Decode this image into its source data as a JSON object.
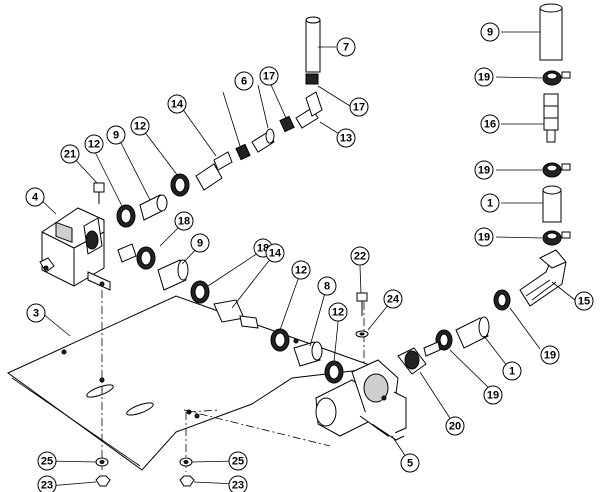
{
  "callouts": [
    {
      "id": "c7",
      "label": "7"
    },
    {
      "id": "c17a",
      "label": "17"
    },
    {
      "id": "c13",
      "label": "13"
    },
    {
      "id": "c6",
      "label": "6"
    },
    {
      "id": "c17b",
      "label": "17"
    },
    {
      "id": "c14a",
      "label": "14"
    },
    {
      "id": "c12a",
      "label": "12"
    },
    {
      "id": "c12b",
      "label": "12"
    },
    {
      "id": "c9a",
      "label": "9"
    },
    {
      "id": "c21",
      "label": "21"
    },
    {
      "id": "c4",
      "label": "4"
    },
    {
      "id": "c18a",
      "label": "18"
    },
    {
      "id": "c9b",
      "label": "9"
    },
    {
      "id": "c18b",
      "label": "18"
    },
    {
      "id": "c14b",
      "label": "14"
    },
    {
      "id": "c12c",
      "label": "12"
    },
    {
      "id": "c8",
      "label": "8"
    },
    {
      "id": "c12d",
      "label": "12"
    },
    {
      "id": "c22",
      "label": "22"
    },
    {
      "id": "c24",
      "label": "24"
    },
    {
      "id": "c3",
      "label": "3"
    },
    {
      "id": "c9c",
      "label": "9"
    },
    {
      "id": "c19a",
      "label": "19"
    },
    {
      "id": "c16",
      "label": "16"
    },
    {
      "id": "c19b",
      "label": "19"
    },
    {
      "id": "c1a",
      "label": "1"
    },
    {
      "id": "c19c",
      "label": "19"
    },
    {
      "id": "c15",
      "label": "15"
    },
    {
      "id": "c19d",
      "label": "19"
    },
    {
      "id": "c1b",
      "label": "1"
    },
    {
      "id": "c19e",
      "label": "19"
    },
    {
      "id": "c20",
      "label": "20"
    },
    {
      "id": "c5",
      "label": "5"
    },
    {
      "id": "c25a",
      "label": "25"
    },
    {
      "id": "c23a",
      "label": "23"
    },
    {
      "id": "c25b",
      "label": "25"
    },
    {
      "id": "c23b",
      "label": "23"
    }
  ]
}
